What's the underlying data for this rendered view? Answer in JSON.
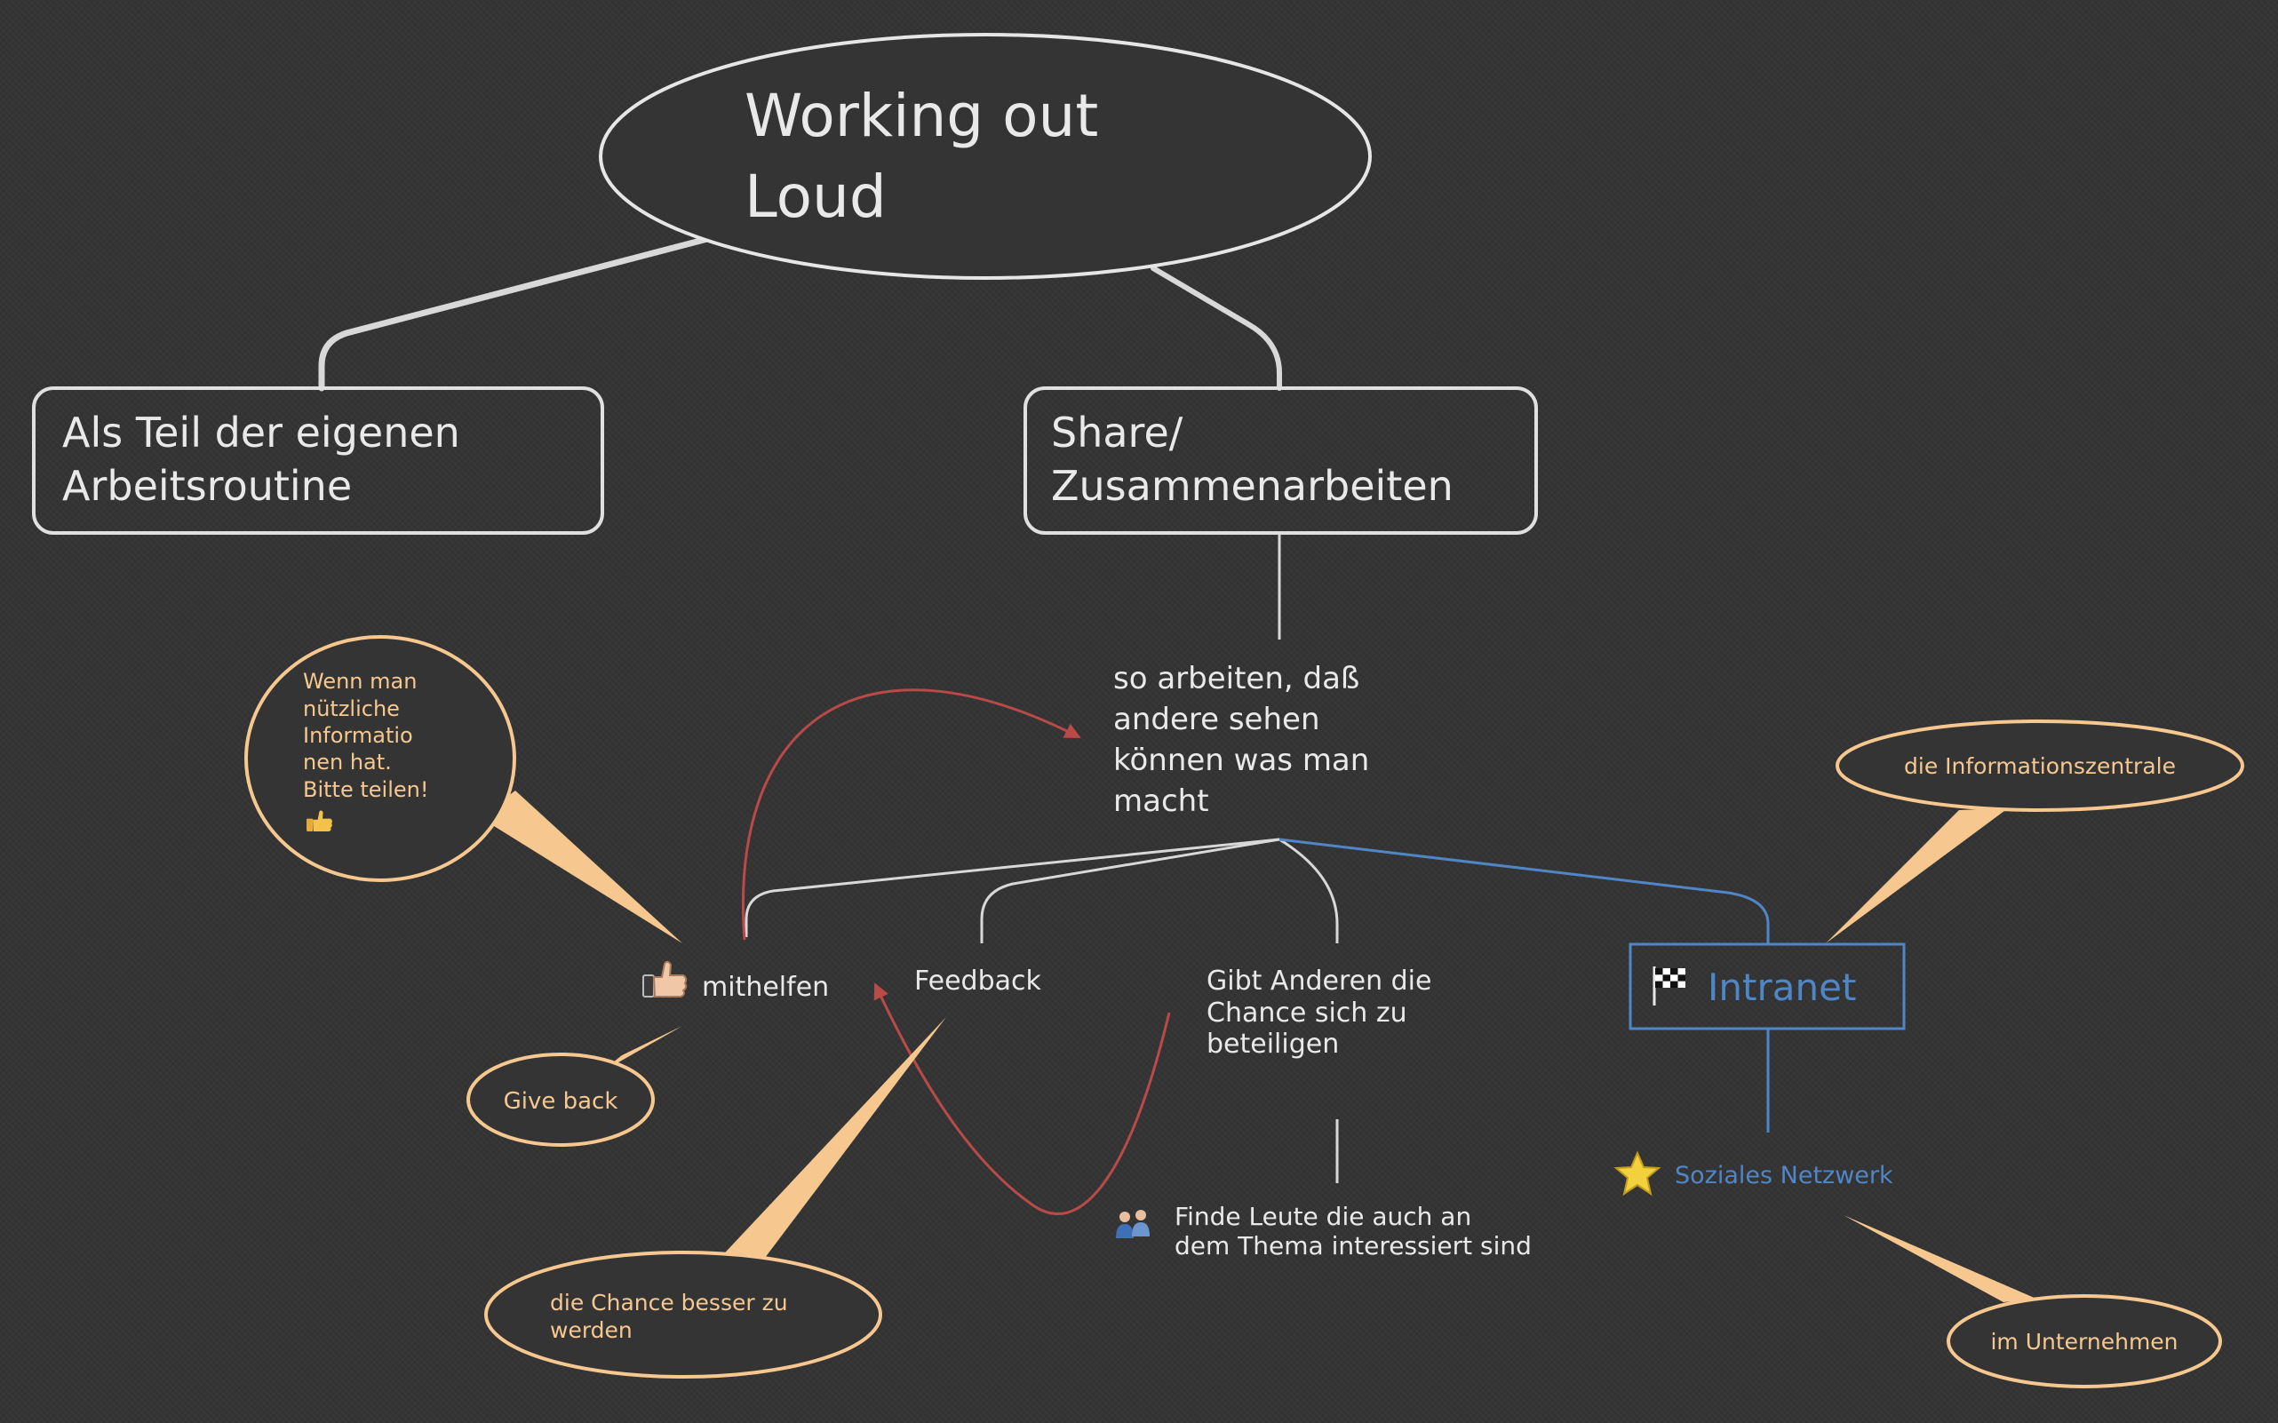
{
  "root": {
    "line1": "Working out",
    "line2": "Loud"
  },
  "branches": [
    {
      "line1": "Als Teil der eigenen",
      "line2": "Arbeitsroutine"
    },
    {
      "line1": "Share/",
      "line2": "Zusammenarbeiten"
    }
  ],
  "center": {
    "lines": [
      "so arbeiten, daß",
      "andere sehen",
      "können was man",
      "macht"
    ]
  },
  "topics": {
    "mithelfen": "mithelfen",
    "feedback": "Feedback",
    "chance": [
      "Gibt Anderen die",
      "Chance sich zu",
      "beteiligen"
    ],
    "finde": [
      "Finde Leute die auch an",
      "dem Thema interessiert sind"
    ],
    "intranet": "Intranet",
    "soziales": "Soziales Netzwerk"
  },
  "callouts": {
    "wenn": [
      "Wenn man",
      "nützliche",
      "Informatio",
      "nen hat.",
      "Bitte teilen!"
    ],
    "give_back": "Give back",
    "chance_besser": [
      "die Chance besser zu",
      "werden"
    ],
    "informationszentrale": "die Informationszentrale",
    "unternehmen": "im Unternehmen"
  },
  "icons": {
    "mithelfen": "thumbs-up-icon",
    "wenn": "thumbs-up-icon",
    "finde": "people-icon",
    "intranet": "checkered-flag-icon",
    "soziales": "star-icon"
  },
  "colors": {
    "background": "#343434",
    "line": "#d8d8d8",
    "accent_blue": "#4f86c6",
    "relation_red": "#b84a48",
    "callout": "#f6c890"
  }
}
